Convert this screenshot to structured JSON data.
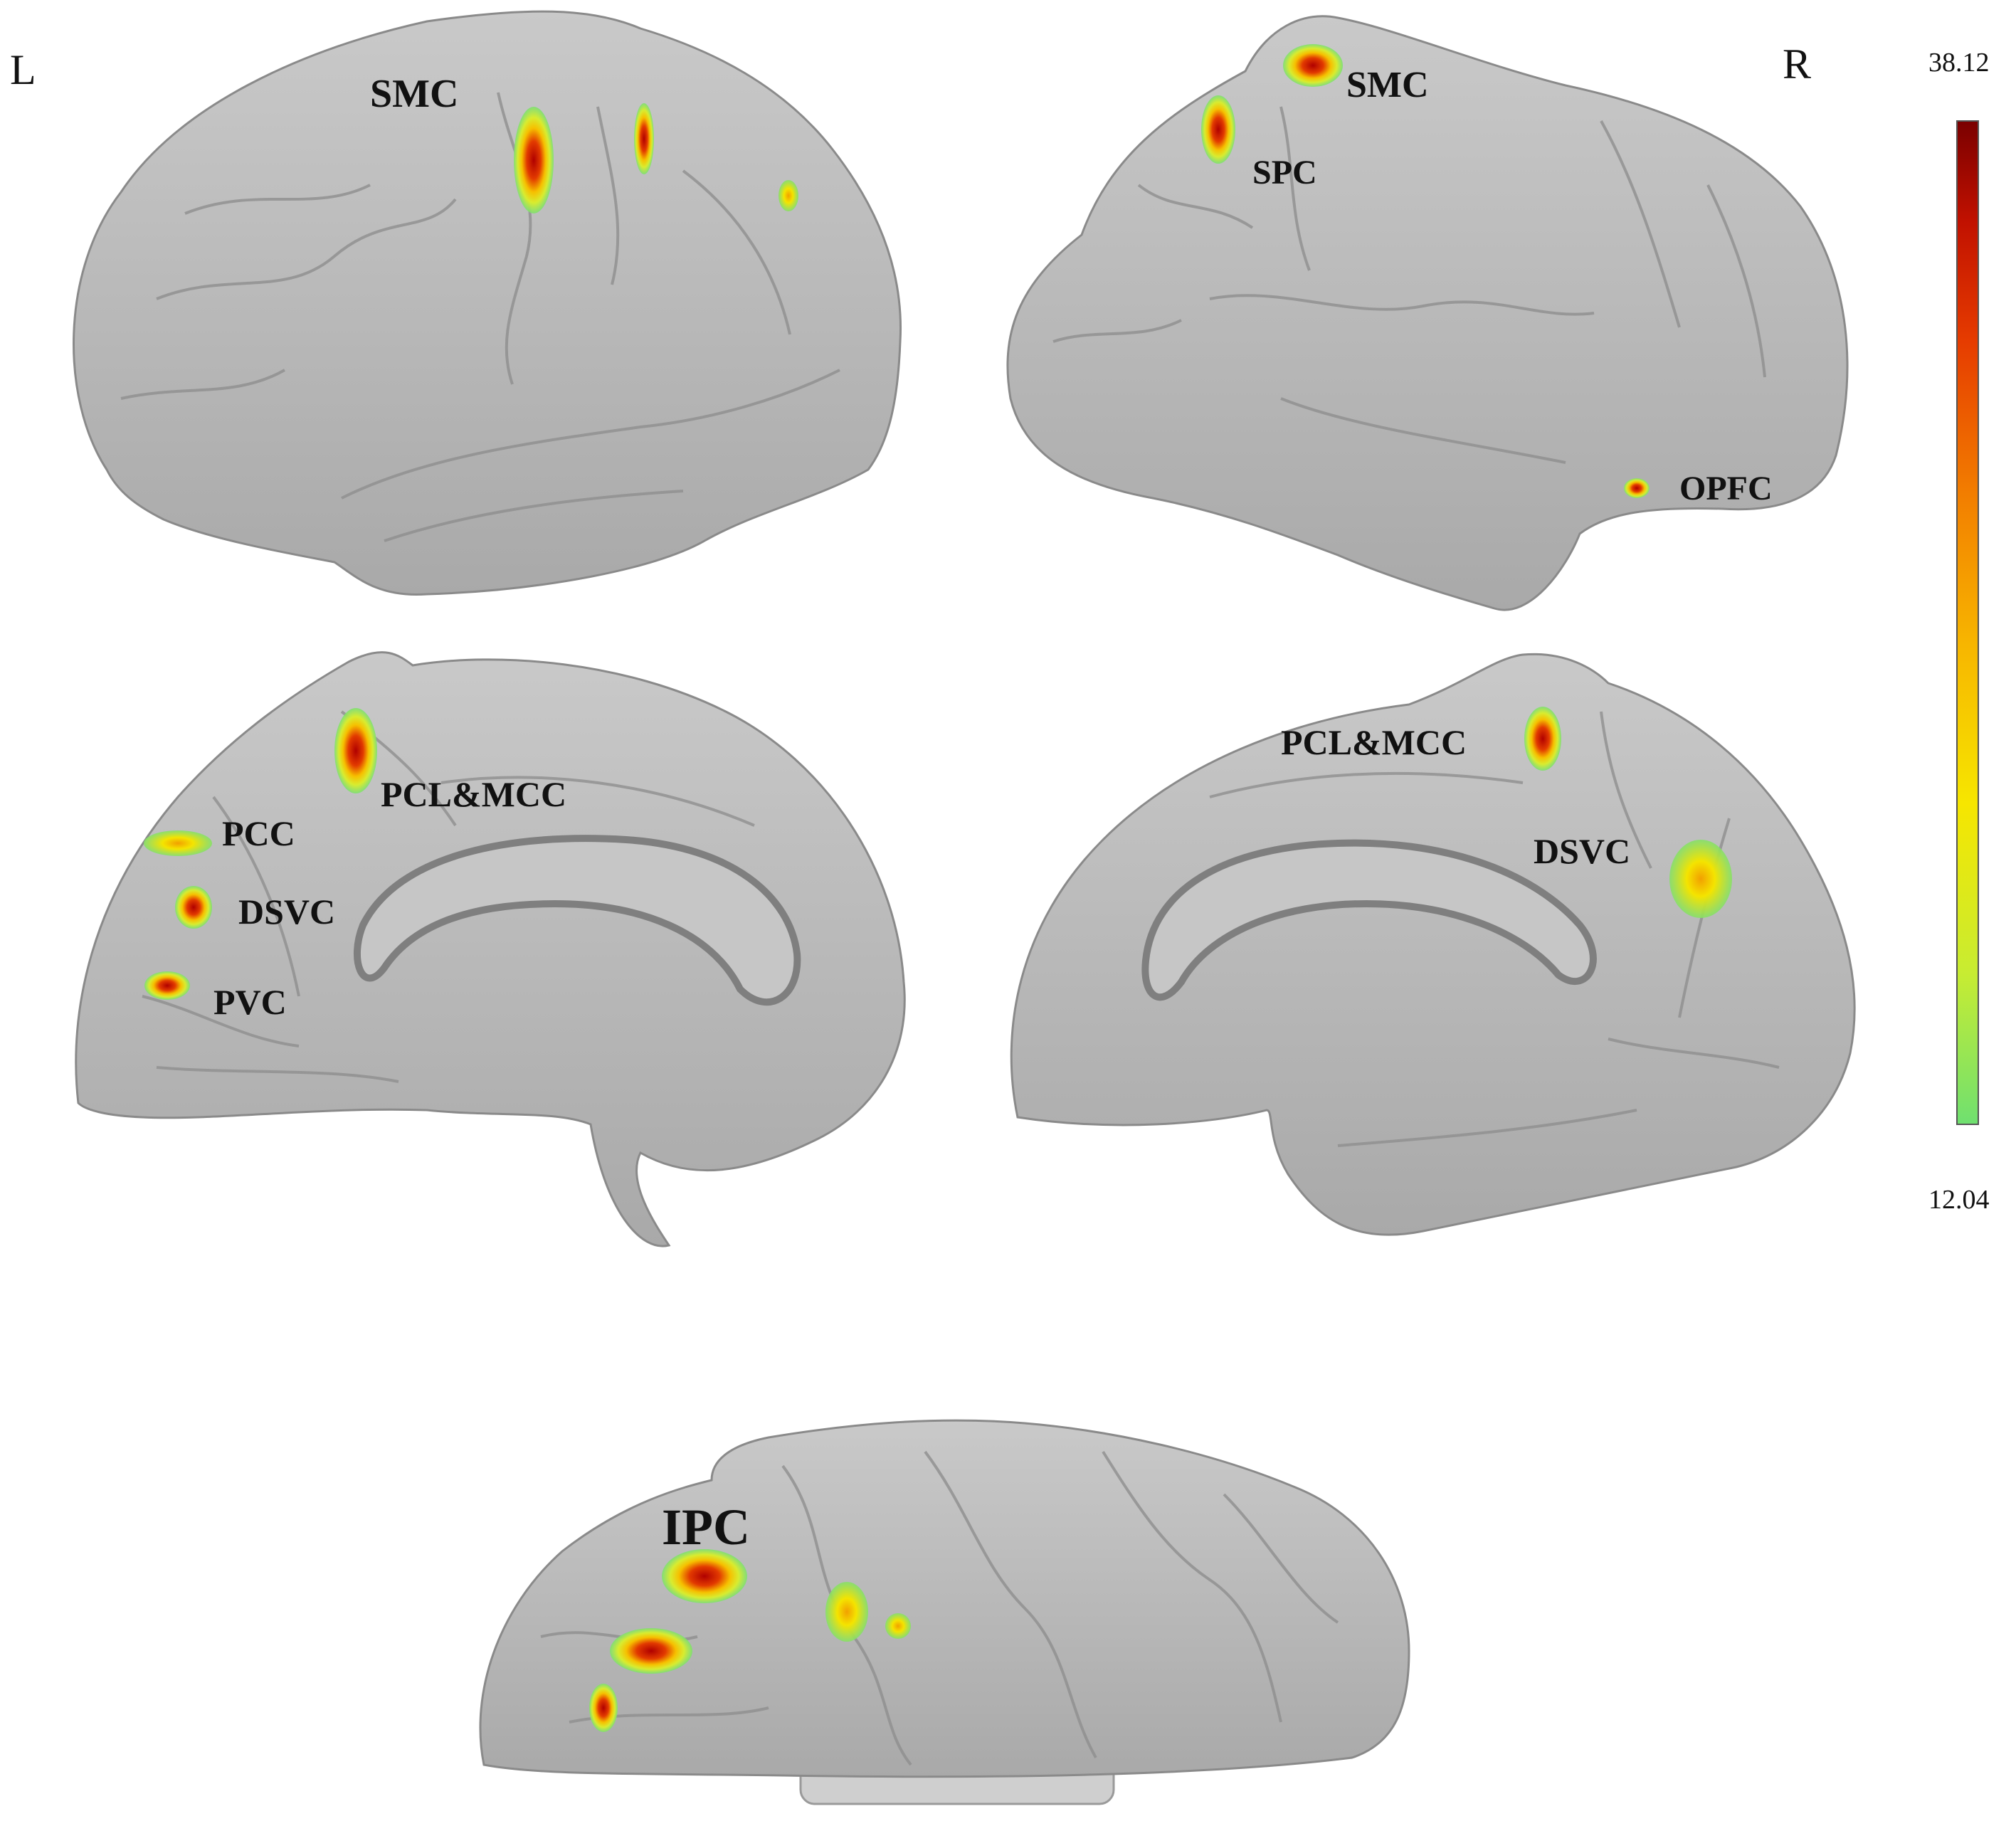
{
  "side_labels": {
    "left": "L",
    "right": "R"
  },
  "colorbar": {
    "max_label": "38.12",
    "min_label": "12.04",
    "colors": [
      "#6fe070",
      "#c7ec32",
      "#f6e600",
      "#f7b500",
      "#f27d00",
      "#e63c00",
      "#c11100",
      "#7a0000"
    ]
  },
  "views": {
    "left_lateral": {
      "labels": {
        "smc": "SMC"
      }
    },
    "right_lateral": {
      "labels": {
        "smc": "SMC",
        "spc": "SPC",
        "opfc": "OPFC"
      }
    },
    "left_medial": {
      "labels": {
        "pcl_mcc": "PCL&MCC",
        "pcc": "PCC",
        "dsvc": "DSVC",
        "pvc": "PVC"
      }
    },
    "right_medial": {
      "labels": {
        "pcl_mcc": "PCL&MCC",
        "dsvc": "DSVC"
      }
    },
    "ventral": {
      "labels": {
        "ipc": "IPC"
      }
    }
  }
}
